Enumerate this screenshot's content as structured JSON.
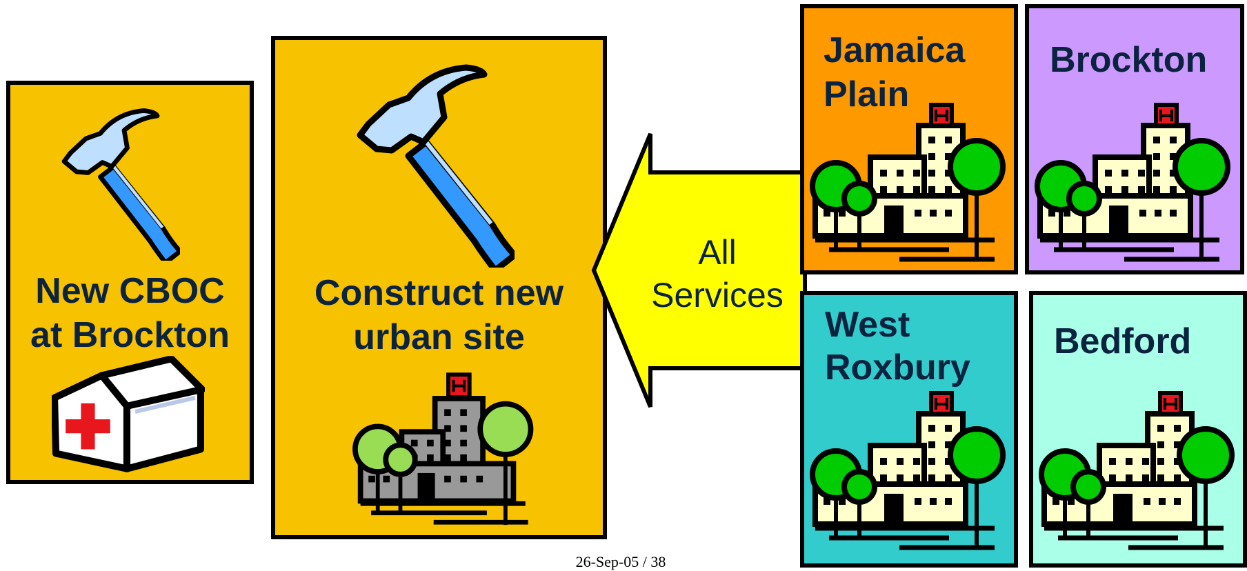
{
  "colors": {
    "gold": "#f7c200",
    "orange": "#ff9900",
    "lavender": "#cc99ff",
    "teal": "#33cccc",
    "mint": "#aaffe8",
    "arrow_yellow": "#ffff00",
    "text_navy": "#0c2340"
  },
  "left_box": {
    "line1": "New CBOC",
    "line2": "at Brockton",
    "icons": [
      "hammer-icon",
      "clinic-house-icon"
    ]
  },
  "center_box": {
    "line1": "Construct new",
    "line2": "urban site",
    "icons": [
      "hammer-icon",
      "hospital-building-icon"
    ]
  },
  "arrow": {
    "line1": "All",
    "line2": "Services"
  },
  "sites": [
    {
      "line1": "Jamaica",
      "line2": "Plain",
      "icon": "hospital-building-icon"
    },
    {
      "line1": "Brockton",
      "line2": "",
      "icon": "hospital-building-icon"
    },
    {
      "line1": "West",
      "line2": "Roxbury",
      "icon": "hospital-building-icon"
    },
    {
      "line1": "Bedford",
      "line2": "",
      "icon": "hospital-building-icon"
    }
  ],
  "footer": "26-Sep-05 / 38"
}
